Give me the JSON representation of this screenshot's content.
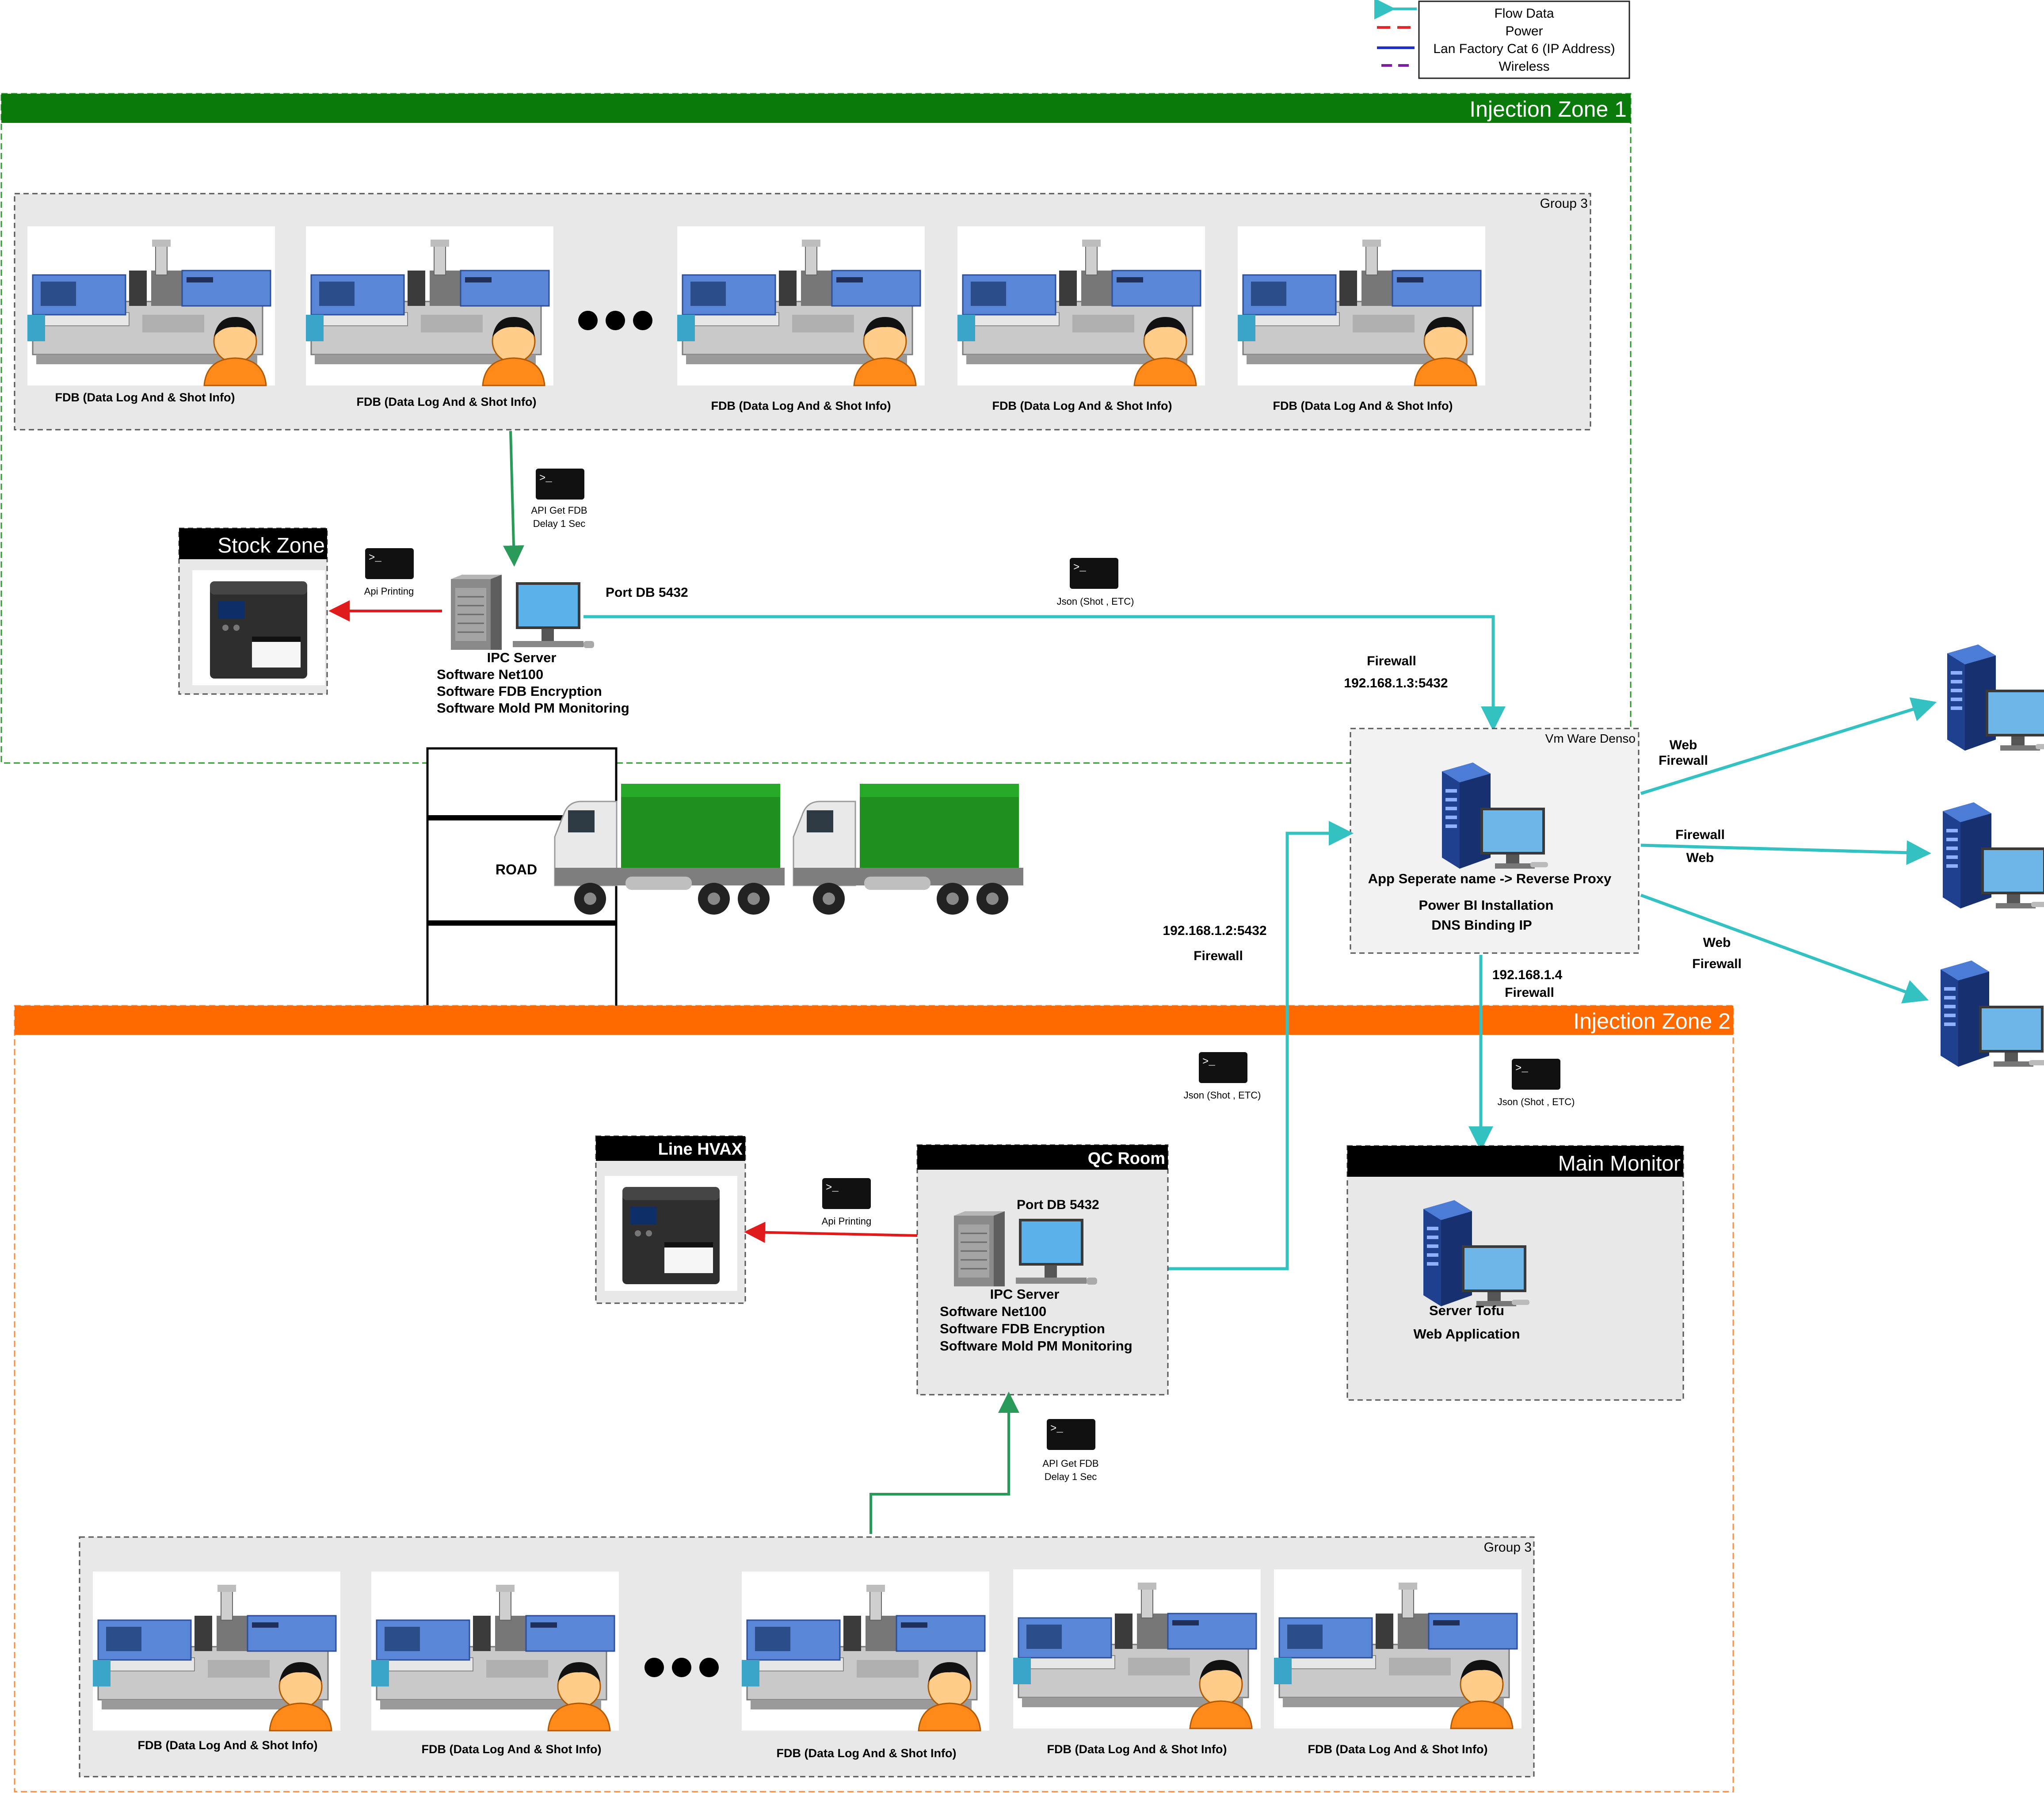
{
  "legend": {
    "items": [
      {
        "label": "Flow Data",
        "color": "#33c1c1",
        "style": "arrow"
      },
      {
        "label": "Power",
        "color": "#e52626",
        "style": "dashed"
      },
      {
        "label": "Lan Factory Cat 6  (IP Address)",
        "color": "#1f2fcc",
        "style": "solid"
      },
      {
        "label": "Wireless",
        "color": "#7a1fa2",
        "style": "dashed"
      }
    ]
  },
  "zones": {
    "zone1": {
      "title": "Injection Zone 1",
      "color": "#0a7a0a"
    },
    "zone2": {
      "title": "Injection Zone 2",
      "color": "#ff6a00"
    }
  },
  "groups": {
    "top": {
      "label": "Group 3",
      "machines": [
        "FDB (Data Log And & Shot Info)",
        "FDB (Data Log And & Shot Info)",
        "FDB (Data Log And & Shot Info)",
        "FDB (Data Log And & Shot Info)",
        "FDB (Data Log And & Shot Info)"
      ]
    },
    "bottom": {
      "label": "Group 3",
      "machines": [
        "FDB (Data Log And & Shot Info)",
        "FDB (Data Log And & Shot Info)",
        "FDB (Data Log And & Shot Info)",
        "FDB (Data Log And & Shot Info)",
        "FDB (Data Log And & Shot Info)"
      ]
    }
  },
  "api": {
    "get_fdb_line1": "API Get FDB",
    "get_fdb_line2": "Delay 1 Sec",
    "printing": "Api Printing",
    "json": "Json (Shot , ETC)"
  },
  "stock_zone": {
    "title": "Stock Zone"
  },
  "line_hvax": {
    "title": "Line HVAX"
  },
  "qc_room": {
    "title": "QC Room"
  },
  "main_monitor": {
    "title": "Main Monitor",
    "line1": "Server Tofu",
    "line2": "Web Application"
  },
  "ipc1": {
    "port": "Port DB 5432",
    "lines": [
      "IPC Server",
      "Software Net100",
      "Software FDB Encryption",
      "Software Mold PM Monitoring"
    ]
  },
  "ipc2": {
    "port": "Port DB 5432",
    "lines": [
      "IPC Server",
      "Software Net100",
      "Software FDB Encryption",
      "Software Mold PM Monitoring"
    ]
  },
  "vmware": {
    "title": "Vm Ware Denso",
    "lines": [
      "App Seperate name -> Reverse Proxy",
      "Power BI Installation",
      "DNS Binding IP"
    ]
  },
  "firewall_labels": {
    "fw_top_1": "Firewall",
    "fw_top_2": "192.168.1.3:5432",
    "fw_left_1": "192.168.1.2:5432",
    "fw_left_2": "Firewall",
    "fw_down_1": "192.168.1.4",
    "fw_down_2": "Firewall",
    "web1_a": "Web",
    "web1_b": "Firewall",
    "web2_a": "Firewall",
    "web2_b": "Web",
    "web3_a": "Web",
    "web3_b": "Firewall"
  },
  "road": {
    "label": "ROAD"
  }
}
